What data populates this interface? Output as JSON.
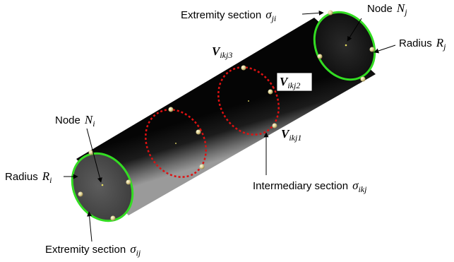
{
  "labels": {
    "extremity_ji": {
      "text": "Extremity section",
      "sym": "σ",
      "sub": "ji"
    },
    "node_j": {
      "text": "Node",
      "sym": "N",
      "sub": "j"
    },
    "radius_j": {
      "text": "Radius",
      "sym": "R",
      "sub": "j"
    },
    "v3": {
      "sym": "V",
      "sub": "ikj3"
    },
    "v2": {
      "sym": "V",
      "sub": "ikj2"
    },
    "v1": {
      "sym": "V",
      "sub": "ikj1"
    },
    "node_i": {
      "text": "Node",
      "sym": "N",
      "sub": "i"
    },
    "radius_i": {
      "text": "Radius",
      "sym": "R",
      "sub": "i"
    },
    "intermediary": {
      "text": "Intermediary section",
      "sym": "σ",
      "sub": "ikj"
    },
    "extremity_ij": {
      "text": "Extremity section",
      "sym": "σ",
      "sub": "ij"
    }
  },
  "colors": {
    "extremity_ring": "#33dd22",
    "intermediate_ring": "#dd1111",
    "cylinder_dark": "#111111",
    "cylinder_light": "#8a8a8a",
    "vertex_marker": "#e8e0a0"
  }
}
